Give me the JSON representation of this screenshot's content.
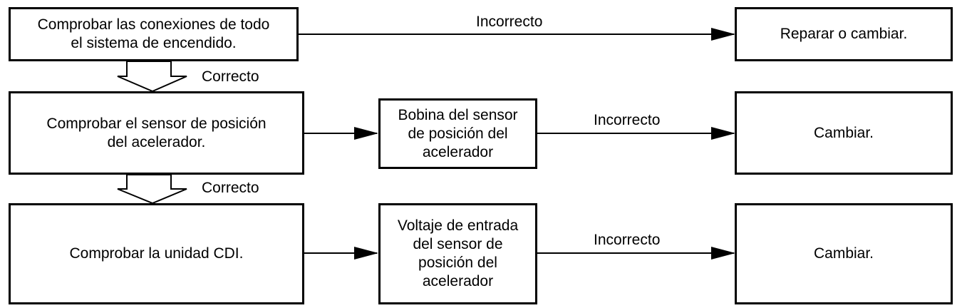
{
  "nodes": {
    "check_ignition": "Comprobar las conexiones de todo\nel sistema de encendido.",
    "repair_replace": "Reparar o cambiar.",
    "check_tps": "Comprobar el sensor de posición\ndel acelerador.",
    "tps_coil": "Bobina del sensor\nde posición del\nacelerador",
    "replace_1": "Cambiar.",
    "check_cdi": "Comprobar la unidad CDI.",
    "tps_input_voltage": "Voltaje de entrada\ndel sensor de\nposición del\nacelerador",
    "replace_2": "Cambiar."
  },
  "labels": {
    "incorrect_1": "Incorrecto",
    "incorrect_2": "Incorrecto",
    "incorrect_3": "Incorrecto",
    "correct_1": "Correcto",
    "correct_2": "Correcto"
  },
  "colors": {
    "line": "#000000",
    "fill": "#ffffff"
  }
}
